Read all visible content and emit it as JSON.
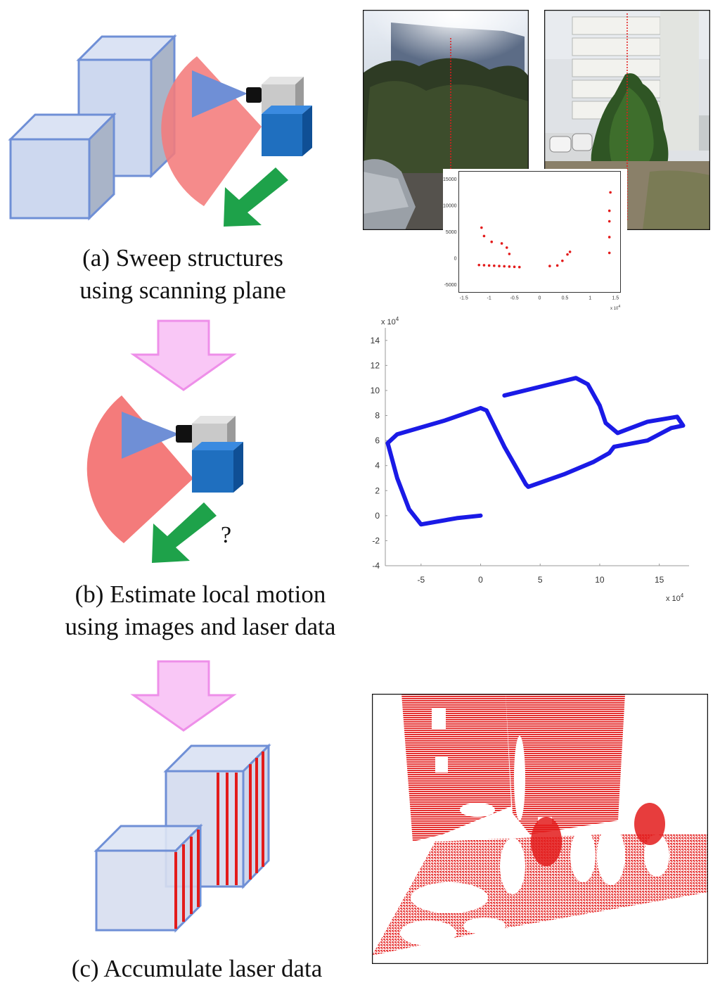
{
  "steps": [
    {
      "caption_line1": "(a) Sweep structures",
      "caption_line2": "using scanning plane"
    },
    {
      "caption_line1": "(b) Estimate local motion",
      "caption_line2": "using images and laser data",
      "question_mark": "?"
    },
    {
      "caption_line1": "(c) Accumulate laser data"
    }
  ],
  "colors": {
    "box_fill": "#cdd8ef",
    "box_stroke": "#6f8fd6",
    "laser_fan": "#f47b7b",
    "camera_cone": "#6f8fd6",
    "sensor_blue": "#1f6fbf",
    "arrow_green": "#1ea24a",
    "flow_arrow_pink": "#f9c7f6",
    "scan_red": "#e31b1b",
    "trajectory_blue": "#1a1ae6"
  },
  "chart_data": [
    {
      "type": "scatter",
      "title": "",
      "x_ticks": [
        "-1.5",
        "-1",
        "-0.5",
        "0",
        "0.5",
        "1",
        "1.5"
      ],
      "x_multiplier": "x 10^4",
      "y_ticks": [
        "15000",
        "10000",
        "5000",
        "0",
        "-5000"
      ],
      "series": [
        {
          "points": [
            [
              -1.2,
              -1300
            ],
            [
              -1.1,
              -1350
            ],
            [
              -1.0,
              -1400
            ],
            [
              -0.9,
              -1450
            ],
            [
              -0.8,
              -1500
            ],
            [
              -0.7,
              -1550
            ],
            [
              -0.6,
              -1600
            ],
            [
              -0.5,
              -1650
            ],
            [
              -0.4,
              -1700
            ],
            [
              -1.15,
              5800
            ],
            [
              -1.1,
              4200
            ],
            [
              -0.95,
              3100
            ],
            [
              -0.75,
              2800
            ],
            [
              -0.65,
              2000
            ],
            [
              -0.6,
              800
            ],
            [
              0.2,
              -1500
            ],
            [
              0.35,
              -1400
            ],
            [
              0.45,
              -500
            ],
            [
              0.55,
              700
            ],
            [
              0.6,
              1200
            ],
            [
              1.38,
              1000
            ],
            [
              1.38,
              4000
            ],
            [
              1.38,
              7000
            ],
            [
              1.38,
              9000
            ],
            [
              1.4,
              12500
            ]
          ]
        }
      ]
    },
    {
      "type": "line",
      "title": "",
      "x_ticks": [
        "-5",
        "0",
        "5",
        "10",
        "15"
      ],
      "x_multiplier": "x 10^4",
      "y_ticks": [
        "14",
        "12",
        "10",
        "8",
        "6",
        "4",
        "2",
        "0",
        "-2",
        "-4"
      ],
      "y_multiplier": "x 10^4",
      "xlim": [
        -8,
        17.5
      ],
      "ylim": [
        -4,
        15
      ],
      "series": [
        {
          "points": [
            [
              0,
              0
            ],
            [
              -2,
              -0.2
            ],
            [
              -5,
              -0.7
            ],
            [
              -6,
              0.5
            ],
            [
              -7,
              3
            ],
            [
              -7.8,
              5.8
            ],
            [
              -7,
              6.5
            ],
            [
              -3,
              7.6
            ],
            [
              0,
              8.6
            ],
            [
              0.5,
              8.4
            ],
            [
              2,
              5.5
            ],
            [
              3.8,
              2.5
            ],
            [
              4,
              2.3
            ],
            [
              7,
              3.3
            ],
            [
              9.5,
              4.3
            ],
            [
              10.8,
              5
            ],
            [
              11.2,
              5.5
            ],
            [
              14,
              6
            ],
            [
              16,
              7
            ],
            [
              17,
              7.2
            ],
            [
              16.5,
              7.9
            ],
            [
              14,
              7.5
            ],
            [
              11.5,
              6.6
            ],
            [
              10.5,
              7.4
            ],
            [
              10,
              8.8
            ],
            [
              9,
              10.5
            ],
            [
              8,
              11
            ],
            [
              2,
              9.6
            ]
          ]
        }
      ]
    }
  ]
}
